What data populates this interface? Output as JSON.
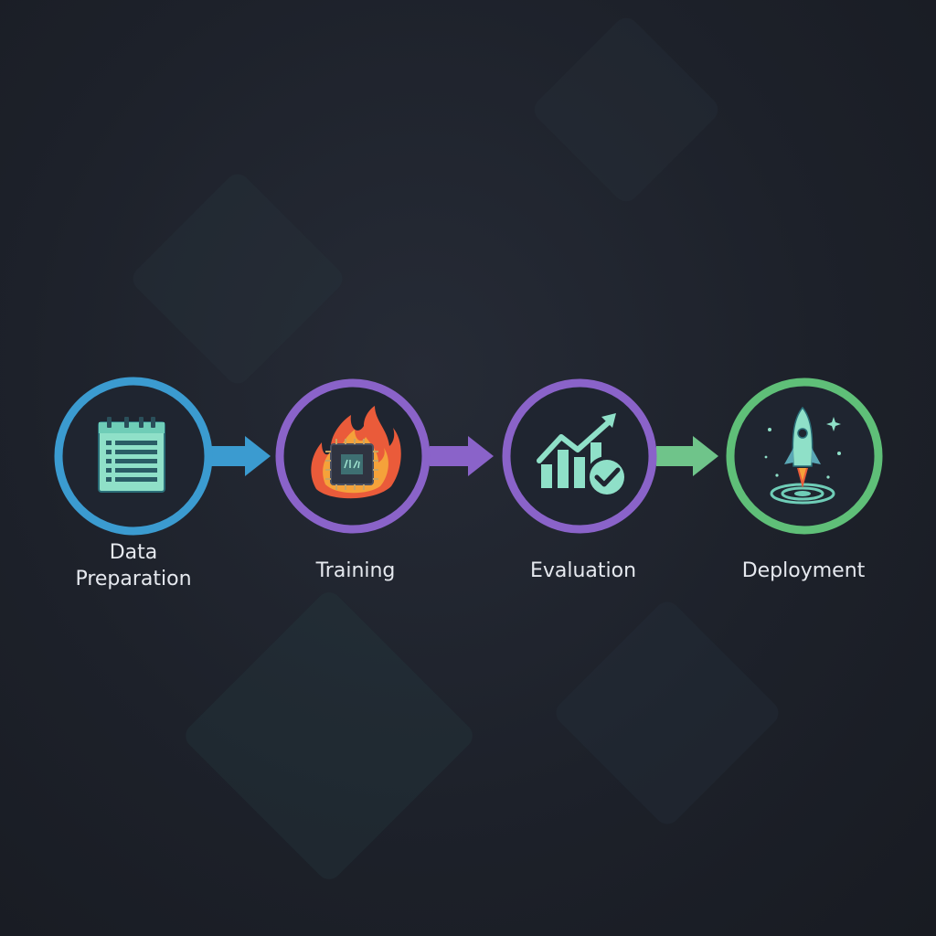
{
  "diagram": {
    "steps": [
      {
        "label_lines": [
          "Data",
          "Preparation"
        ],
        "icon": "calendar-list-icon",
        "color": "#3b9bd0"
      },
      {
        "label_lines": [
          "Training"
        ],
        "icon": "chip-fire-icon",
        "color": "#8a63c9"
      },
      {
        "label_lines": [
          "Evaluation"
        ],
        "icon": "chart-check-icon",
        "color": "#8a63c9"
      },
      {
        "label_lines": [
          "Deployment"
        ],
        "icon": "rocket-launch-icon",
        "color": "#5fbf78"
      }
    ],
    "connectors": [
      {
        "from": 0,
        "to": 1,
        "color": "#3b9bd0"
      },
      {
        "from": 1,
        "to": 2,
        "color": "#8a63c9"
      },
      {
        "from": 2,
        "to": 3,
        "color": "#6fc48a"
      }
    ],
    "colors": {
      "background": "#1c2029",
      "icon_fill": "#8fe0c8",
      "flame_outer": "#ea5b3a",
      "flame_inner": "#f5a23a",
      "chip": "#2f3340"
    }
  }
}
